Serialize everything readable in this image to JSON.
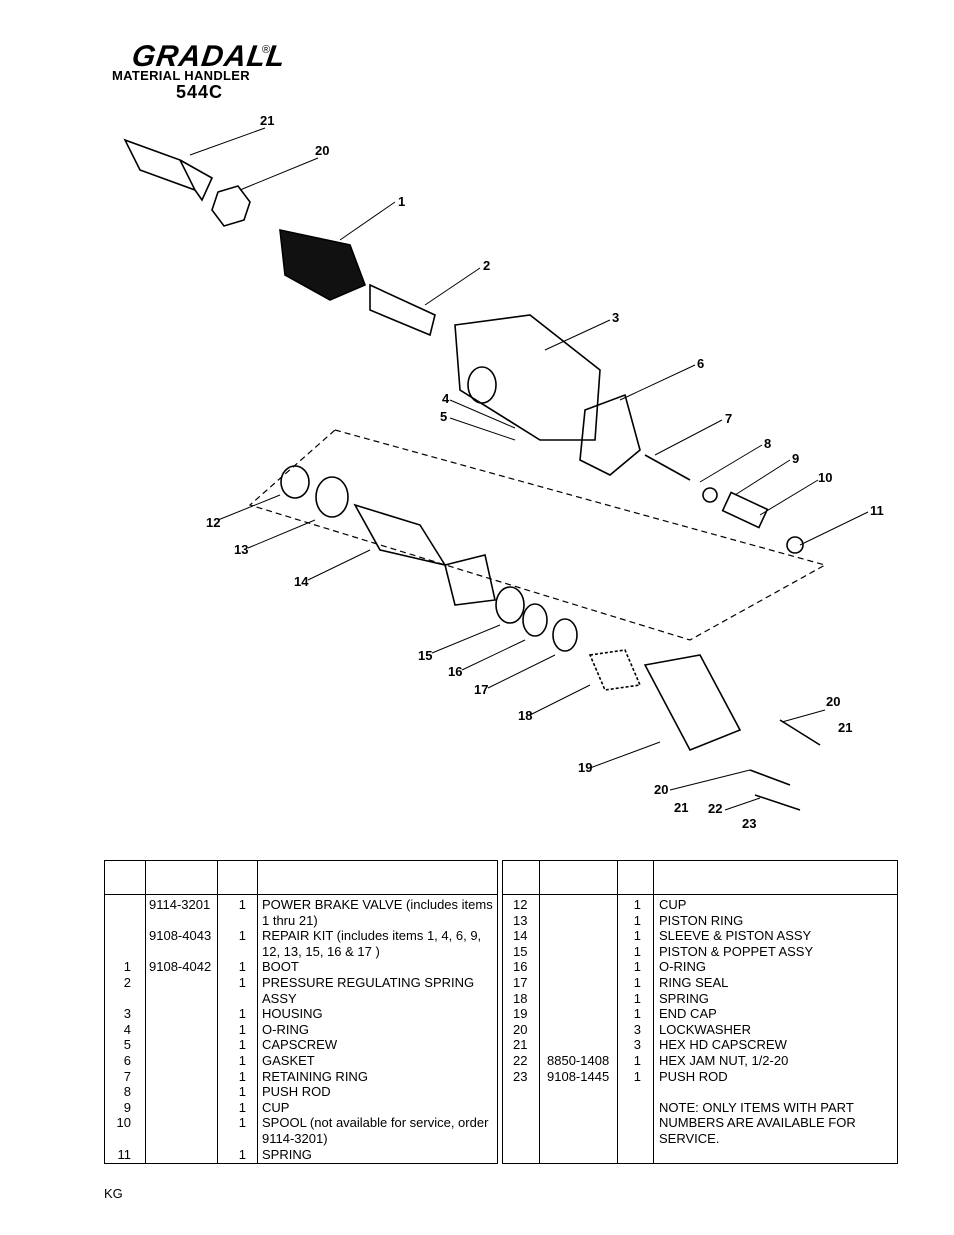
{
  "header": {
    "brand": "GRADALL",
    "registered_mark": "®",
    "subtitle": "MATERIAL HANDLER",
    "model": "544C"
  },
  "diagram": {
    "callouts": [
      "1",
      "2",
      "3",
      "4",
      "5",
      "6",
      "7",
      "8",
      "9",
      "10",
      "11",
      "12",
      "13",
      "14",
      "15",
      "16",
      "17",
      "18",
      "19",
      "20",
      "21",
      "20",
      "21",
      "20",
      "21",
      "22",
      "23"
    ]
  },
  "parts_table": {
    "left_rows": [
      {
        "item": "",
        "part": "9114-3201",
        "qty": "1",
        "desc": "POWER BRAKE VALVE (includes items 1 thru 21)"
      },
      {
        "item": "",
        "part": "9108-4043",
        "qty": "1",
        "desc": "REPAIR KIT (includes items 1, 4, 6, 9, 12, 13, 15, 16 & 17 )"
      },
      {
        "item": "1",
        "part": "9108-4042",
        "qty": "1",
        "desc": "BOOT"
      },
      {
        "item": "2",
        "part": "",
        "qty": "1",
        "desc": "PRESSURE REGULATING SPRING ASSY"
      },
      {
        "item": "3",
        "part": "",
        "qty": "1",
        "desc": "HOUSING"
      },
      {
        "item": "4",
        "part": "",
        "qty": "1",
        "desc": "O-RING"
      },
      {
        "item": "5",
        "part": "",
        "qty": "1",
        "desc": "CAPSCREW"
      },
      {
        "item": "6",
        "part": "",
        "qty": "1",
        "desc": "GASKET"
      },
      {
        "item": "7",
        "part": "",
        "qty": "1",
        "desc": "RETAINING RING"
      },
      {
        "item": "8",
        "part": "",
        "qty": "1",
        "desc": "PUSH ROD"
      },
      {
        "item": "9",
        "part": "",
        "qty": "1",
        "desc": "CUP"
      },
      {
        "item": "10",
        "part": "",
        "qty": "1",
        "desc": "SPOOL (not available for service, order 9114-3201)"
      },
      {
        "item": "11",
        "part": "",
        "qty": "1",
        "desc": "SPRING"
      }
    ],
    "right_rows": [
      {
        "item": "12",
        "part": "",
        "qty": "1",
        "desc": "CUP"
      },
      {
        "item": "13",
        "part": "",
        "qty": "1",
        "desc": "PISTON RING"
      },
      {
        "item": "14",
        "part": "",
        "qty": "1",
        "desc": "SLEEVE & PISTON ASSY"
      },
      {
        "item": "15",
        "part": "",
        "qty": "1",
        "desc": "PISTON & POPPET ASSY"
      },
      {
        "item": "16",
        "part": "",
        "qty": "1",
        "desc": "O-RING"
      },
      {
        "item": "17",
        "part": "",
        "qty": "1",
        "desc": "RING SEAL"
      },
      {
        "item": "18",
        "part": "",
        "qty": "1",
        "desc": "SPRING"
      },
      {
        "item": "19",
        "part": "",
        "qty": "1",
        "desc": "END CAP"
      },
      {
        "item": "20",
        "part": "",
        "qty": "3",
        "desc": "LOCKWASHER"
      },
      {
        "item": "21",
        "part": "",
        "qty": "3",
        "desc": "HEX HD CAPSCREW"
      },
      {
        "item": "22",
        "part": "8850-1408",
        "qty": "1",
        "desc": "HEX JAM NUT, 1/2-20"
      },
      {
        "item": "23",
        "part": "9108-1445",
        "qty": "1",
        "desc": "PUSH ROD"
      },
      {
        "item": "",
        "part": "",
        "qty": "",
        "desc": ""
      },
      {
        "item": "",
        "part": "",
        "qty": "",
        "desc": "NOTE: ONLY ITEMS WITH PART NUMBERS ARE AVAILABLE FOR SERVICE."
      }
    ]
  },
  "footer": {
    "code": "KG"
  }
}
